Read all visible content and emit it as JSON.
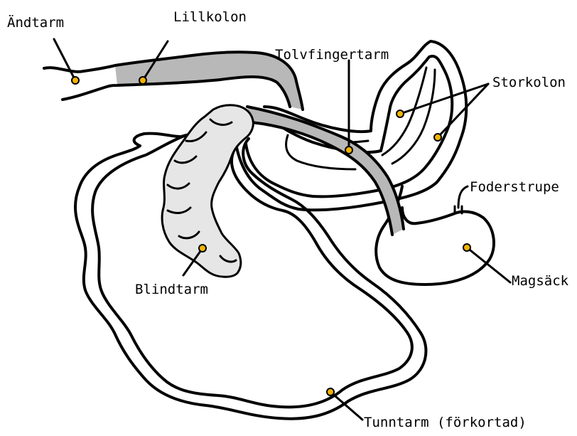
{
  "labels": {
    "andtarm": "Ändtarm",
    "lillkolon": "Lillkolon",
    "tolvfingertarm": "Tolvfingertarm",
    "storkolon": "Storkolon",
    "foderstrupe": "Foderstrupe",
    "blindtarm": "Blindtarm",
    "magsack": "Magsäck",
    "tunntarm": "Tunntarm (förkortad)"
  },
  "colors": {
    "outline": "#000000",
    "highlight_fill": "#b8b8b8",
    "cecum_fill": "#e6e6e6",
    "marker_fill": "#f0b400"
  }
}
